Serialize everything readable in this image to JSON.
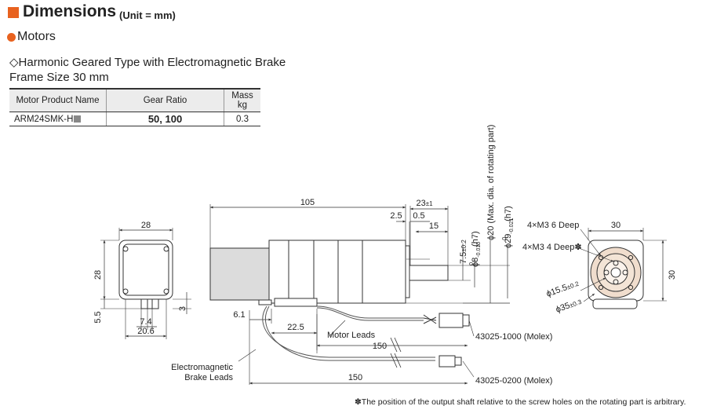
{
  "heading": {
    "title": "Dimensions",
    "unit": "(Unit = mm)"
  },
  "section": "Motors",
  "product_title": "◇Harmonic Geared Type with Electromagnetic Brake",
  "frame_size": "Frame Size 30 mm",
  "table": {
    "headers": [
      "Motor Product Name",
      "Gear Ratio",
      "Mass kg"
    ],
    "row": {
      "name": "ARM24SMK-H",
      "ratio": "50, 100",
      "mass": "0.3"
    }
  },
  "dims": {
    "d28_top": "28",
    "d28_left": "28",
    "d5_5": "5.5",
    "d7_4": "7.4",
    "d20_6": "20.6",
    "d3": "3",
    "d105": "105",
    "d23": "23",
    "d23_tol": "±1",
    "d2_5": "2.5",
    "d0_5": "0.5",
    "d15": "15",
    "d6_1": "6.1",
    "d22_5": "22.5",
    "d150a": "150",
    "d150b": "150",
    "d30_top": "30",
    "d30_right": "30",
    "v7_5": "7.5",
    "v7_5_tol": "±0.2",
    "v8": "ϕ8",
    "v8_tol": "-0.015",
    "v8_tol0": "0",
    "v8_fit": "(h7)",
    "v20": "ϕ20 (Max. dia. of rotating part)",
    "v29": "ϕ29",
    "v29_tol": "-0.021",
    "v29_tol0": "0",
    "v29_fit": "(h7)",
    "m3_6": "4×M3 6 Deep",
    "m3_4": "4×M3 4 Deep✽",
    "d15_5": "ϕ15.5",
    "d15_5_tol": "±0.2",
    "d35": "ϕ35",
    "d35_tol": "±0.3"
  },
  "labels": {
    "motor_leads": "Motor Leads",
    "em_line1": "Electromagnetic",
    "em_line2": "Brake Leads",
    "conn1": "43025-1000 (Molex)",
    "conn2": "43025-0200 (Molex)"
  },
  "footnote": "✽The position of the output shaft relative to the screw holes on the rotating part is arbitrary.",
  "colors": {
    "accent": "#e8621f",
    "drawing": "#333333",
    "flange": "#f0ddcd",
    "body": "#dcdcdc"
  }
}
